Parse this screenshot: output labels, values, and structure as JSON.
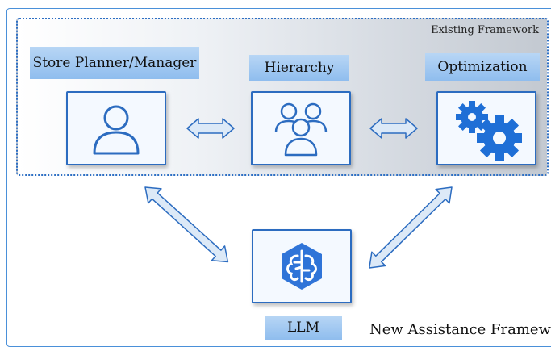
{
  "existing_framework": {
    "title": "Existing Framework",
    "nodes": [
      {
        "label": "Store Planner/Manager",
        "icon": "person-icon"
      },
      {
        "label": "Hierarchy",
        "icon": "group-icon"
      },
      {
        "label": "Optimization",
        "icon": "gears-icon"
      }
    ]
  },
  "llm_node": {
    "label": "LLM",
    "icon": "brain-chip-icon"
  },
  "new_framework": {
    "title": "New Assistance Framework"
  },
  "colors": {
    "accent": "#2c6cc0",
    "label_fill": "#9fc6f0",
    "arrow_fill": "#dce9f7"
  }
}
